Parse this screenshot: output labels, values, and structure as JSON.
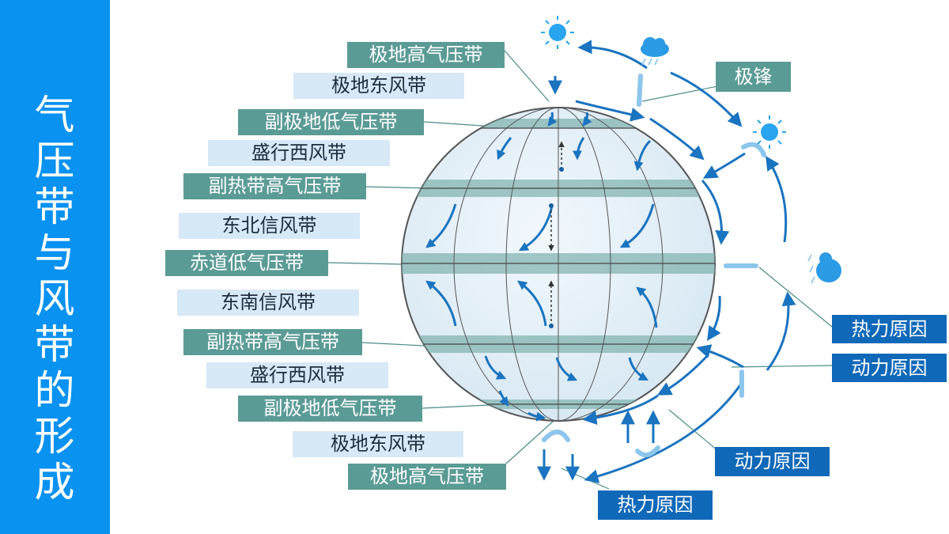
{
  "title": [
    "气",
    "压",
    "带",
    "与",
    "风",
    "带",
    "的",
    "形",
    "成"
  ],
  "left_labels": {
    "polar_high_n": "极地高气压带",
    "polar_easterly_n": "极地东风带",
    "subpolar_low_n": "副极地低气压带",
    "westerly_n": "盛行西风带",
    "subtropical_high_n": "副热带高气压带",
    "ne_trade": "东北信风带",
    "equatorial_low": "赤道低气压带",
    "se_trade": "东南信风带",
    "subtropical_high_s": "副热带高气压带",
    "westerly_s": "盛行西风带",
    "subpolar_low_s": "副极地低气压带",
    "polar_easterly_s": "极地东风带",
    "polar_high_s": "极地高气压带"
  },
  "right_labels": {
    "polar_front": "极锋",
    "thermal_cause_1": "热力原因",
    "dynamic_cause_1": "动力原因",
    "dynamic_cause_2": "动力原因",
    "thermal_cause_2": "热力原因"
  },
  "icons": [
    "sun-icon",
    "cloud-rain-icon",
    "sun-icon",
    "cloud-rain-icon"
  ],
  "colors": {
    "sidebar": "#0a92f0",
    "pressure_label": "#5b9b96",
    "wind_label": "#d7e8f6",
    "cause_label": "#1068b8",
    "arrow": "#1a74c0"
  }
}
